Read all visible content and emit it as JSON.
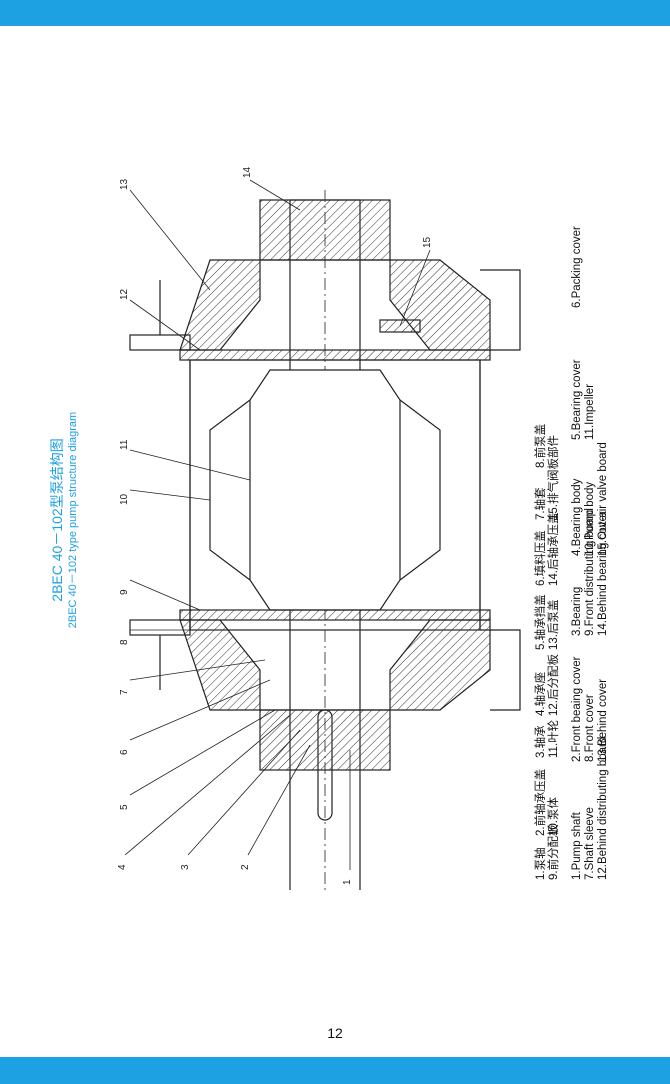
{
  "colors": {
    "band": "#1da1e3",
    "title": "#1da1e3",
    "line": "#222222"
  },
  "title": {
    "zh": "2BEC 40－102型泵结构图",
    "en": "2BEC 40－102 type pump structure diagram"
  },
  "callouts": [
    "1",
    "2",
    "3",
    "4",
    "5",
    "6",
    "7",
    "8",
    "9",
    "10",
    "11",
    "12",
    "13",
    "14",
    "15"
  ],
  "legend_zh_rows": [
    [
      "1.泵轴",
      "2.前轴承压盖",
      "3.轴承",
      "4.轴承座",
      "5.轴承挡盖",
      "6.填料压盖",
      "7.轴套",
      "8.前泵盖"
    ],
    [
      "9.前分配板",
      "10.泵体",
      "11.叶轮",
      "12.后分配板",
      "13.后泵盖",
      "14.后轴承压盖",
      "15.排气阀板部件"
    ]
  ],
  "legend_en_rows": [
    [
      "1.Pump shaft",
      "2.Front beaing cover",
      "3.Bearing",
      "4.Bearing body",
      "5.Bearing cover",
      "6.Packing cover"
    ],
    [
      "7.Shaft sleeve",
      "8.Front cover",
      "9.Front distributing board",
      "10.Pump body",
      "11.Impeller"
    ],
    [
      "12.Behind distributing board",
      "13.Behind cover",
      "14.Behind bearing cover",
      "15.Out-air valve board"
    ]
  ],
  "page_number": "12"
}
